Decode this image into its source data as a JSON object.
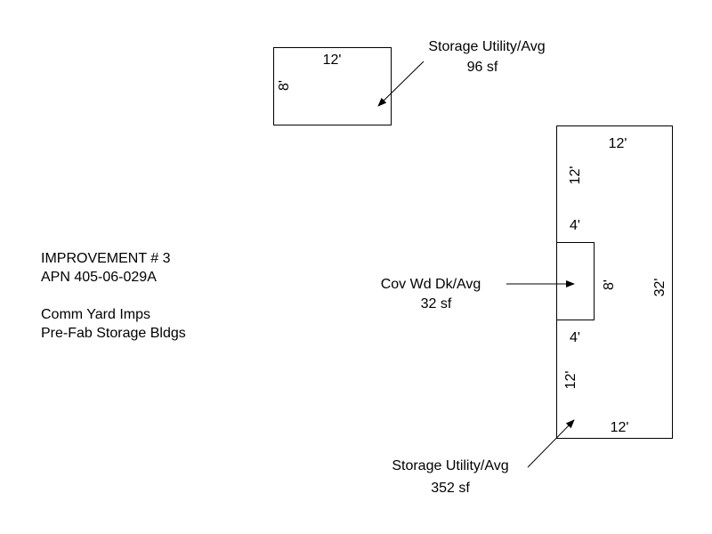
{
  "improvement": {
    "title": "IMPROVEMENT # 3",
    "apn": "APN 405-06-029A",
    "line3": "Comm Yard Imps",
    "line4": "Pre-Fab Storage Bldgs"
  },
  "small_building": {
    "width_label": "12'",
    "depth_label": "8'",
    "name": "Storage Utility/Avg",
    "area": "96 sf"
  },
  "large_building": {
    "top_width_label": "12'",
    "bottom_width_label": "12'",
    "upper_length_label": "12'",
    "lower_length_label": "12'",
    "total_length_label": "32'",
    "name": "Storage Utility/Avg",
    "area": "352 sf"
  },
  "covered_deck": {
    "top_width_label": "4'",
    "bottom_width_label": "4'",
    "depth_label": "8'",
    "name": "Cov Wd Dk/Avg",
    "area": "32 sf"
  }
}
